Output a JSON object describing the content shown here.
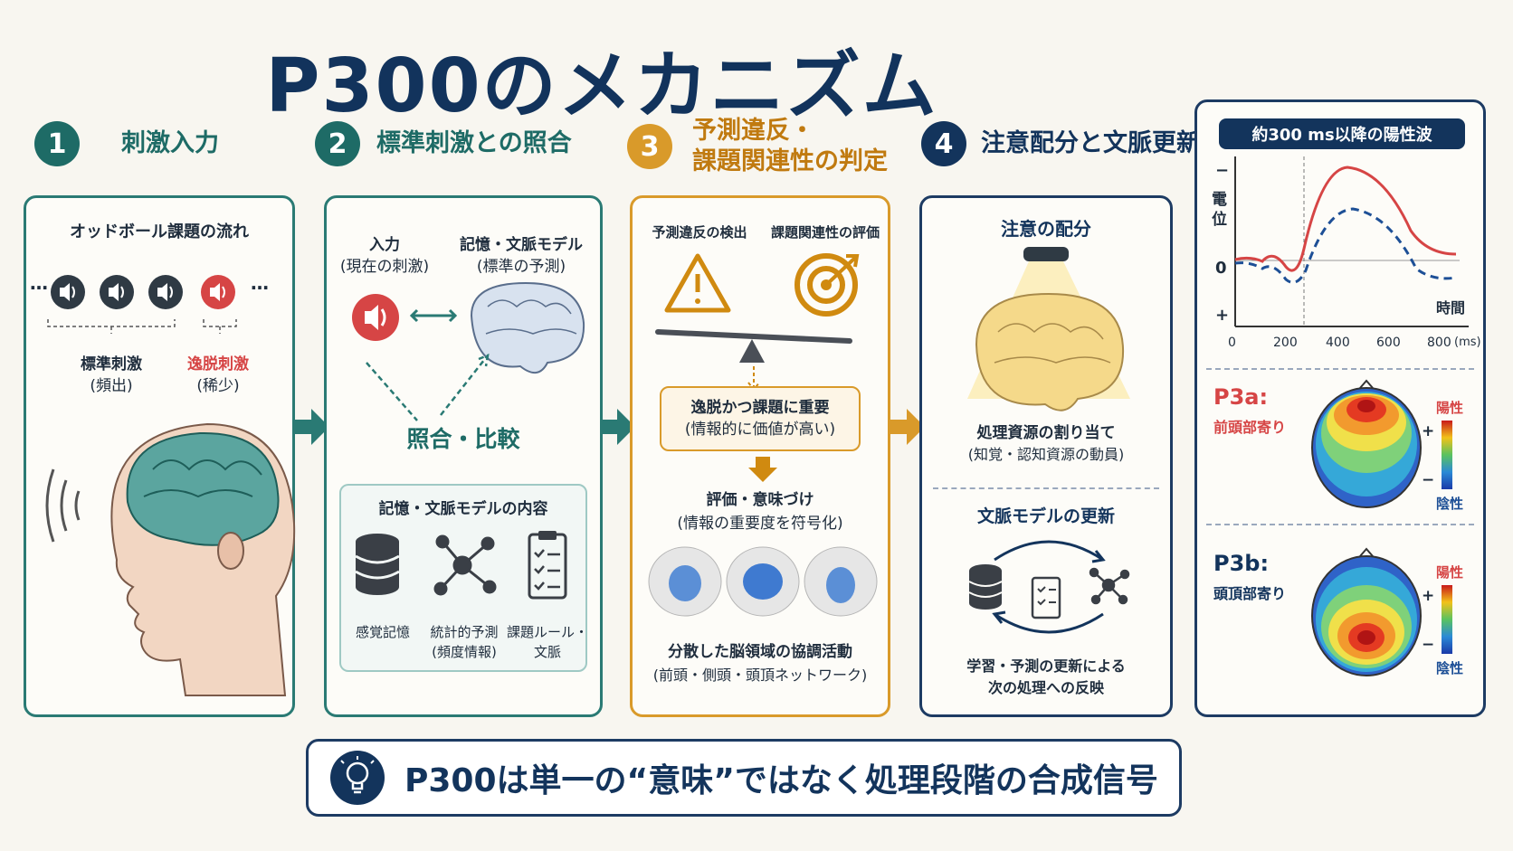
{
  "title": "P300のメカニズム",
  "steps": [
    {
      "num": "1",
      "label": "刺激入力"
    },
    {
      "num": "2",
      "label": "標準刺激との照合"
    },
    {
      "num": "3",
      "label_line1": "予測違反・",
      "label_line2": "課題関連性の判定"
    },
    {
      "num": "4",
      "label": "注意配分と文脈更新"
    }
  ],
  "panel1": {
    "heading": "オッドボール課題の流れ",
    "ellipsis_left": "…",
    "ellipsis_right": "…",
    "standard_label": "標準刺激",
    "standard_sub": "(頻出)",
    "deviant_label": "逸脱刺激",
    "deviant_sub": "(稀少)"
  },
  "panel2": {
    "input_label": "入力",
    "input_sub": "(現在の刺激)",
    "memory_label": "記憶・文脈モデル",
    "memory_sub": "(標準の予測)",
    "compare": "照合・比較",
    "contents_title": "記憶・文脈モデルの内容",
    "items": [
      {
        "line1": "感覚記憶",
        "line2": ""
      },
      {
        "line1": "統計的予測",
        "line2": "(頻度情報)"
      },
      {
        "line1": "課題ルール・",
        "line2": "文脈"
      }
    ]
  },
  "panel3": {
    "detect": "予測違反の検出",
    "evaluate": "課題関連性の評価",
    "result_line1": "逸脱かつ課題に重要",
    "result_line2": "(情報的に価値が高い)",
    "meaning_line1": "評価・意味づけ",
    "meaning_line2": "(情報の重要度を符号化)",
    "network_line1": "分散した脳領域の協調活動",
    "network_line2": "(前頭・側頭・頭頂ネットワーク)"
  },
  "panel4": {
    "attention": "注意の配分",
    "alloc_line1": "処理資源の割り当て",
    "alloc_line2": "(知覚・認知資源の動員)",
    "update_title": "文脈モデルの更新",
    "update_line1": "学習・予測の更新による",
    "update_line2": "次の処理への反映"
  },
  "panel5": {
    "badge": "約300 ms以降の陽性波",
    "y_label_1": "電",
    "y_label_2": "位",
    "y_minus": "−",
    "y_zero": "0",
    "y_plus": "+",
    "x_label": "時間",
    "x_ticks": [
      "0",
      "200",
      "400",
      "600",
      "800"
    ],
    "x_unit": "(ms)",
    "p3a_title": "P3a",
    "p3a_colon": ":",
    "p3a_sub": "前頭部寄り",
    "p3b_title": "P3b",
    "p3b_colon": ":",
    "p3b_sub": "頭頂部寄り",
    "scale_pos": "陽性",
    "scale_neg": "陰性",
    "scale_plus": "+",
    "scale_minus": "−"
  },
  "bottom": "P300は単一の“意味”ではなく処理段階の合成信号",
  "colors": {
    "teal": "#2a7a74",
    "orange": "#d99a2a",
    "navy": "#1d3b63",
    "red": "#d64545"
  }
}
